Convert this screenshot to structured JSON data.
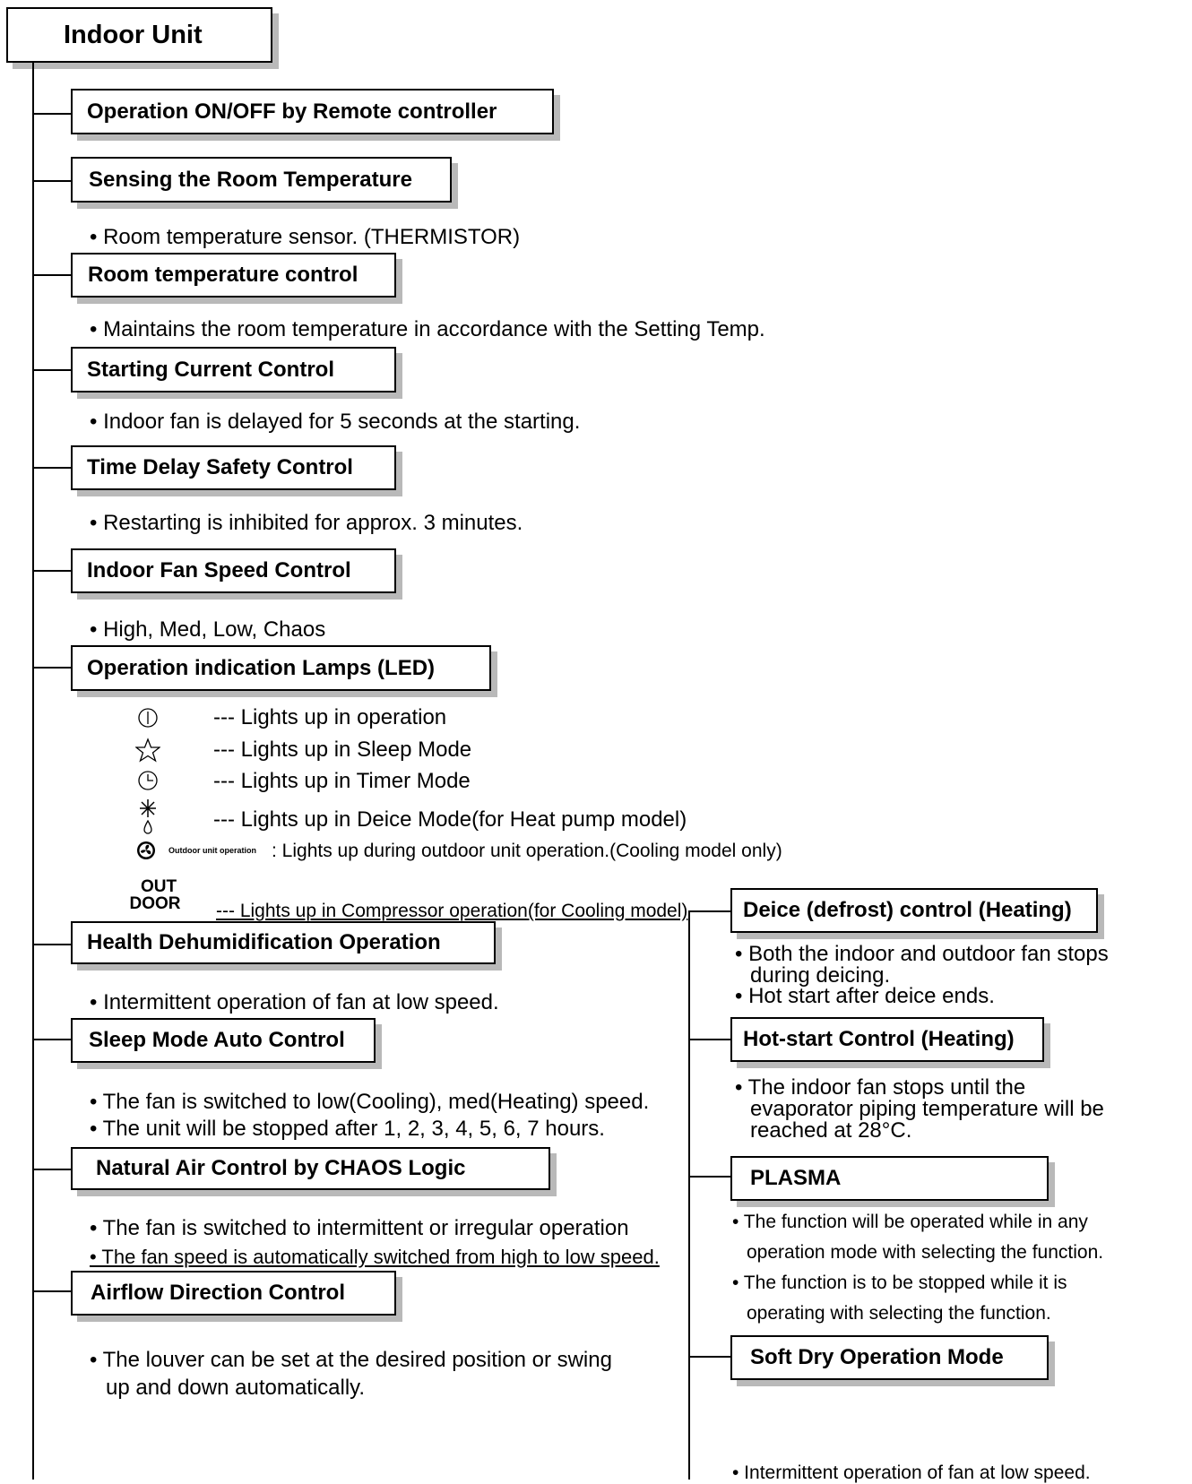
{
  "root": {
    "title": "Indoor Unit"
  },
  "left": {
    "operation_onoff": {
      "label": "Operation ON/OFF by Remote controller"
    },
    "sensing": {
      "label": "Sensing the Room Temperature",
      "bullet": "• Room temperature sensor. (THERMISTOR)"
    },
    "room_temp": {
      "label": "Room temperature control",
      "bullet": "• Maintains the room temperature in accordance with the Setting Temp."
    },
    "starting_current": {
      "label": "Starting Current Control",
      "bullet": "• Indoor fan is delayed for 5 seconds at the starting."
    },
    "time_delay": {
      "label": "Time Delay Safety Control",
      "bullet": "• Restarting is inhibited for approx. 3 minutes."
    },
    "fan_speed": {
      "label": "Indoor Fan Speed Control",
      "bullet": "• High, Med, Low, Chaos"
    },
    "lamps": {
      "label": "Operation indication Lamps (LED)",
      "items": [
        {
          "icon": "power-icon",
          "text": "--- Lights up in operation"
        },
        {
          "icon": "star-icon",
          "text": "--- Lights up in Sleep Mode"
        },
        {
          "icon": "clock-icon",
          "text": "--- Lights up in Timer Mode"
        },
        {
          "icon": "deice-icon",
          "text": "--- Lights up in Deice Mode(for Heat pump model)"
        }
      ],
      "outdoor_fan": {
        "icon": "fan-icon",
        "small_label": "Outdoor unit operation",
        "text": ": Lights up during outdoor unit operation.(Cooling model only)"
      },
      "outdoor_comp": {
        "icon_text_top": "OUT",
        "icon_text_bottom": "DOOR",
        "text": "--- Lights up in Compressor operation(for Cooling model)"
      }
    },
    "health_dehum": {
      "label": "Health Dehumidification Operation",
      "bullet": "• Intermittent operation of fan at low speed."
    },
    "sleep_mode": {
      "label": "Sleep Mode Auto Control",
      "bullets": [
        "• The fan is switched to low(Cooling), med(Heating) speed.",
        "• The unit will be stopped after 1, 2, 3, 4, 5, 6, 7 hours."
      ]
    },
    "natural_air": {
      "label": "Natural Air Control by CHAOS Logic",
      "bullets": [
        "• The fan is switched to intermittent or irregular operation",
        "• The fan speed is automatically switched from high to low speed."
      ]
    },
    "airflow": {
      "label": "Airflow Direction Control",
      "bullet_line1": "• The louver can be set at the desired position or swing",
      "bullet_line2": "up and down automatically."
    }
  },
  "right": {
    "deice": {
      "label": "Deice (defrost) control (Heating)",
      "bullets": [
        "• Both the indoor and outdoor fan  stops",
        "during deicing.",
        "• Hot start after deice ends."
      ]
    },
    "hot_start": {
      "label": "Hot-start Control (Heating)",
      "bullets": [
        "• The indoor fan stops until the",
        "evaporator piping temperature will be",
        "reached at 28°C."
      ]
    },
    "plasma": {
      "label": "PLASMA",
      "bullets": [
        "• The function will be operated while in any",
        "operation mode with selecting the function.",
        "• The function is to be stopped while it is",
        "operating with selecting the function."
      ]
    },
    "soft_dry": {
      "label": "Soft Dry Operation Mode",
      "bullet": "• Intermittent operation of fan at low speed."
    }
  }
}
